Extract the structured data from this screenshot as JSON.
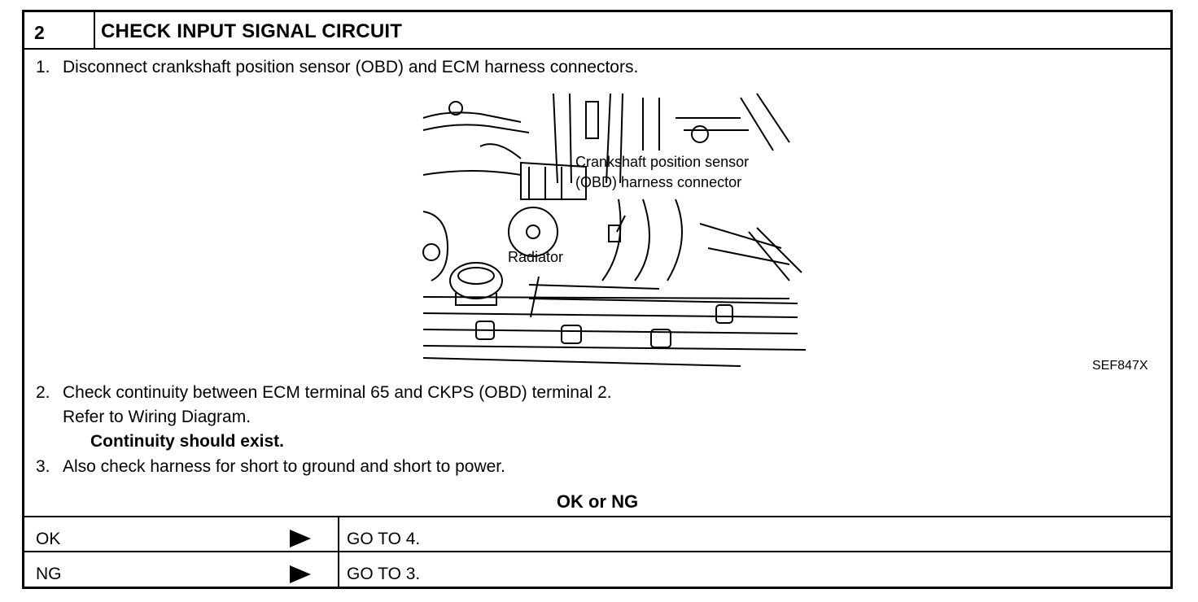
{
  "header": {
    "number": "2",
    "title": "CHECK INPUT SIGNAL CIRCUIT"
  },
  "steps": [
    {
      "num": "1.",
      "text": "Disconnect crankshaft position sensor (OBD) and ECM harness connectors."
    },
    {
      "num": "2.",
      "text": "Check continuity between ECM terminal 65 and CKPS (OBD) terminal 2."
    },
    {
      "num": "",
      "text": "Refer to Wiring Diagram."
    },
    {
      "num": "",
      "text": "Continuity should exist."
    },
    {
      "num": "3.",
      "text": "Also check harness for short to ground and short to power."
    }
  ],
  "figure": {
    "label_connector_line1": "Crankshaft position sensor",
    "label_connector_line2": "(OBD) harness connector",
    "label_radiator": "Radiator",
    "code": "SEF847X"
  },
  "result_prompt": "OK or NG",
  "results": [
    {
      "status": "OK",
      "action": "GO TO 4."
    },
    {
      "status": "NG",
      "action": "GO TO 3."
    }
  ]
}
